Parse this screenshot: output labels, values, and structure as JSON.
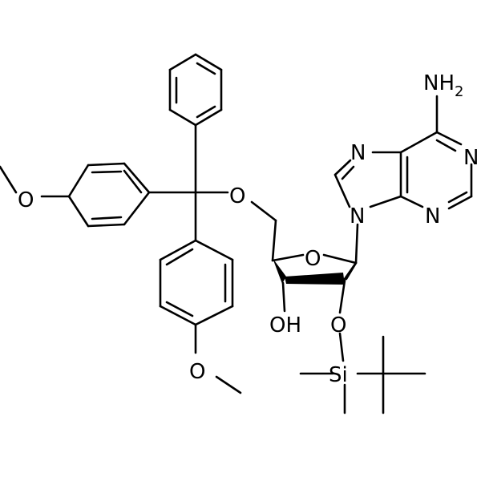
{
  "structure": {
    "atom_labels": {
      "n_amine": "NH",
      "amine_subscript": "2",
      "n_imid_top": "N",
      "n_pyr_right": "N",
      "n_pyr_bottom": "N",
      "n_glyco": "N",
      "o_ring": "O",
      "o_ether": "O",
      "o_methoxy_left": "O",
      "o_methoxy_bottom": "O",
      "o_silyl": "O",
      "oh": "OH",
      "si": "Si"
    }
  }
}
